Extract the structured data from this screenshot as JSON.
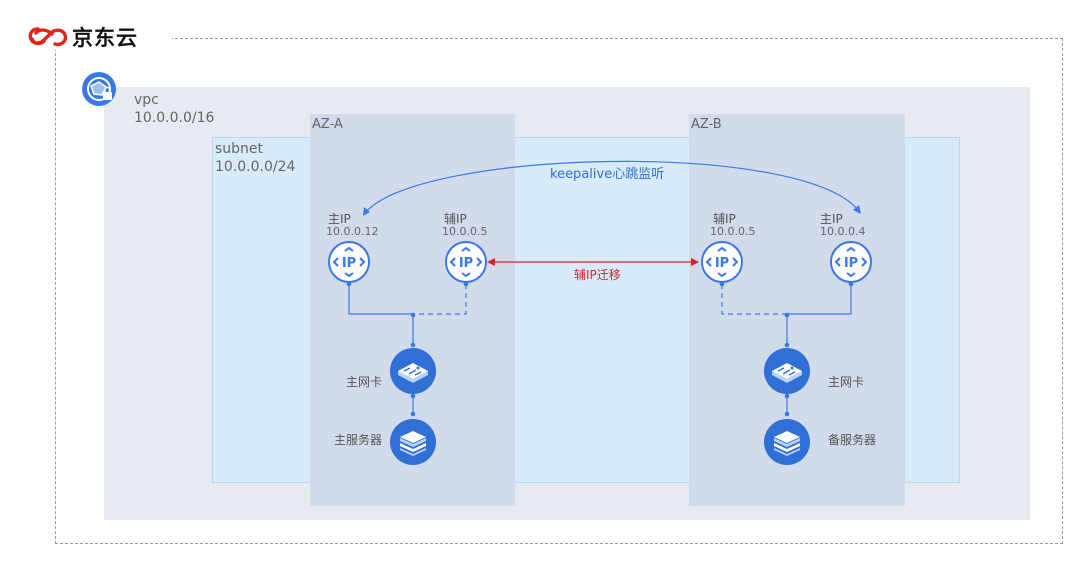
{
  "brand": {
    "name": "京东云",
    "icon": "jdcloud-logo-icon",
    "color": "#e1251b"
  },
  "vpc": {
    "label": "vpc",
    "cidr": "10.0.0.0/16",
    "icon": "vpc-icon"
  },
  "subnet": {
    "label": "subnet",
    "cidr": "10.0.0.0/24"
  },
  "az_a": {
    "label": "AZ-A",
    "primary_ip": {
      "label": "主IP",
      "address": "10.0.0.12"
    },
    "secondary_ip": {
      "label": "辅IP",
      "address": "10.0.0.5"
    },
    "nic_label": "主网卡",
    "server_label": "主服务器"
  },
  "az_b": {
    "label": "AZ-B",
    "primary_ip": {
      "label": "主IP",
      "address": "10.0.0.4"
    },
    "secondary_ip": {
      "label": "辅IP",
      "address": "10.0.0.5"
    },
    "nic_label": "主网卡",
    "server_label": "备服务器"
  },
  "links": {
    "heartbeat": "keepalive心跳监听",
    "migration": "辅IP迁移"
  },
  "colors": {
    "vpc_bg": "#e6ebf2",
    "subnet_bg": "#d7ebfb",
    "az_bg": "#d1dbec",
    "icon_blue": "#2f6fd6",
    "line_blue": "#3b78e7",
    "migration_red": "#d9222a"
  },
  "icons": {
    "ip": "ip-icon",
    "nic": "nic-icon",
    "server": "server-icon"
  }
}
